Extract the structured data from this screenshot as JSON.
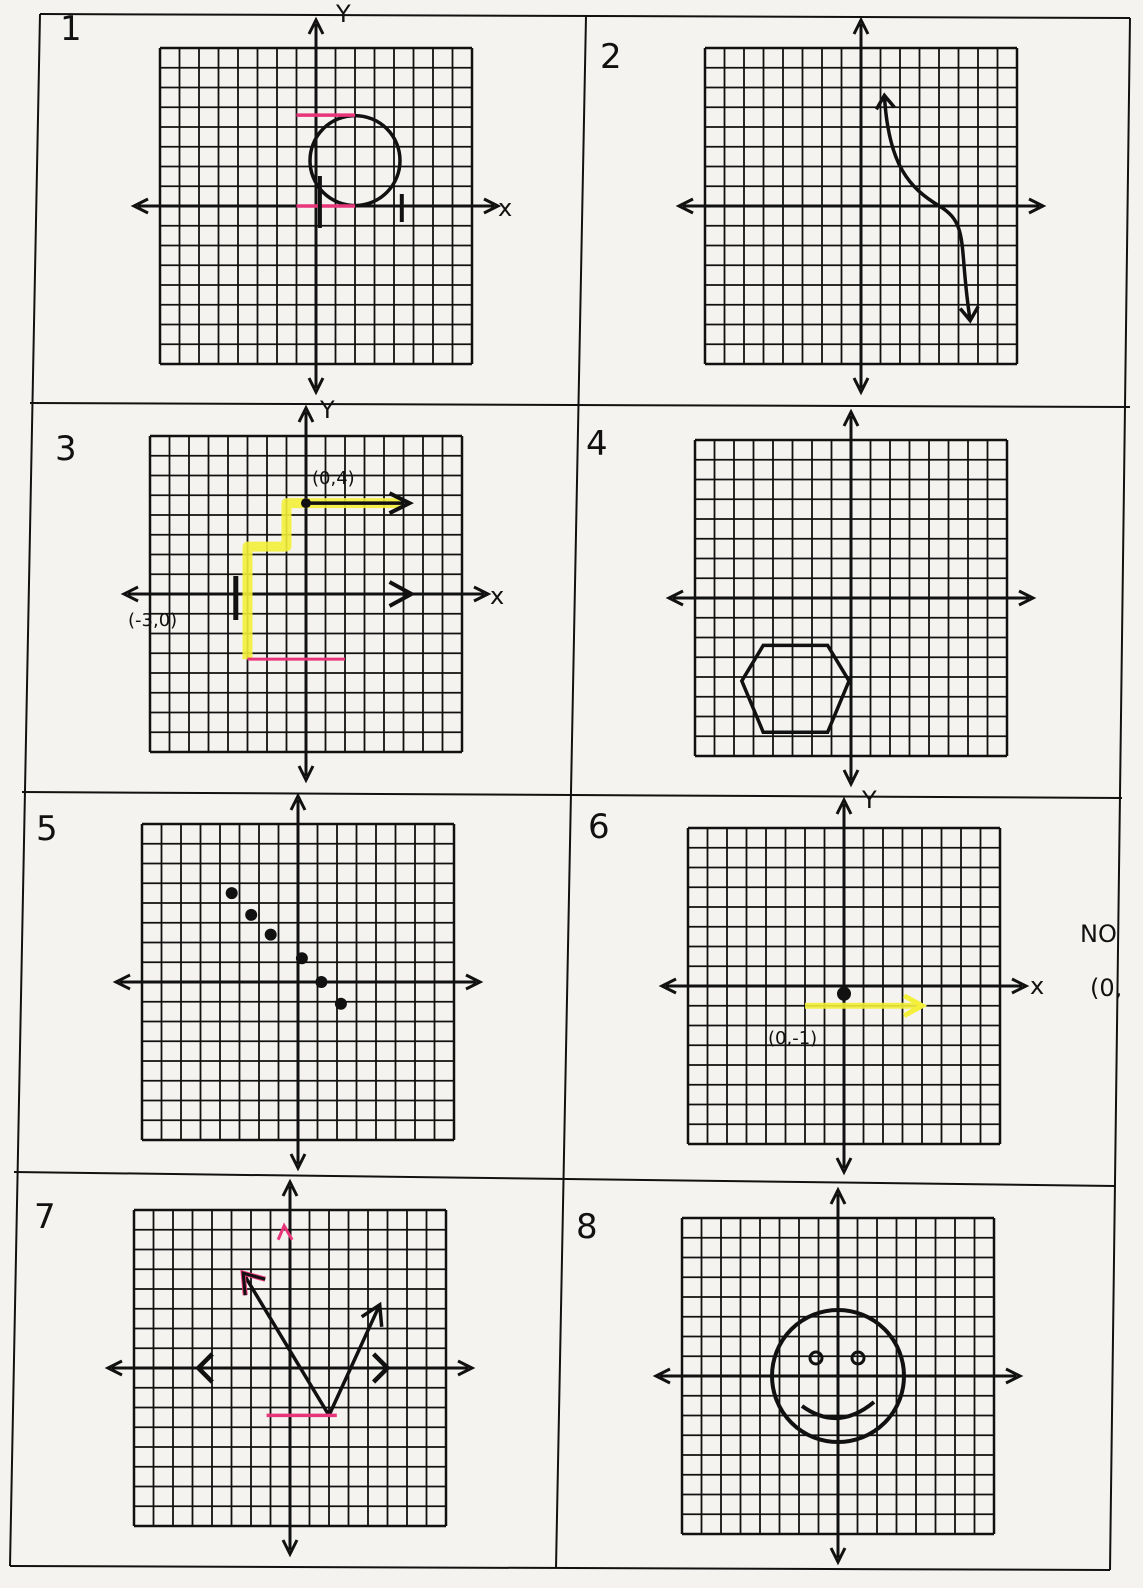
{
  "panels": [
    {
      "number": "1",
      "x_axis_label": "x",
      "y_axis_label": "Y",
      "figure": "circle"
    },
    {
      "number": "2",
      "x_axis_label": "",
      "y_axis_label": "",
      "figure": "decreasing-curve-with-arrows"
    },
    {
      "number": "3",
      "x_axis_label": "x",
      "y_axis_label": "Y",
      "figure": "step-function",
      "point_labels": [
        "(0,4)",
        "(-3,0)"
      ]
    },
    {
      "number": "4",
      "x_axis_label": "",
      "y_axis_label": "",
      "figure": "hexagon"
    },
    {
      "number": "5",
      "x_axis_label": "",
      "y_axis_label": "",
      "figure": "scatter-points"
    },
    {
      "number": "6",
      "x_axis_label": "x",
      "y_axis_label": "Y",
      "figure": "ray",
      "point_labels": [
        "(0,-1)"
      ]
    },
    {
      "number": "7",
      "x_axis_label": "",
      "y_axis_label": "",
      "figure": "v-arrows"
    },
    {
      "number": "8",
      "x_axis_label": "",
      "y_axis_label": "",
      "figure": "smiley-face"
    }
  ],
  "margin_note": {
    "line1": "NO",
    "line2": "(0,"
  },
  "colors": {
    "ink": "#111111",
    "pink_highlight": "#e8357a",
    "yellow_highlight": "#f3ef3a",
    "paper": "#f4f3ef"
  }
}
